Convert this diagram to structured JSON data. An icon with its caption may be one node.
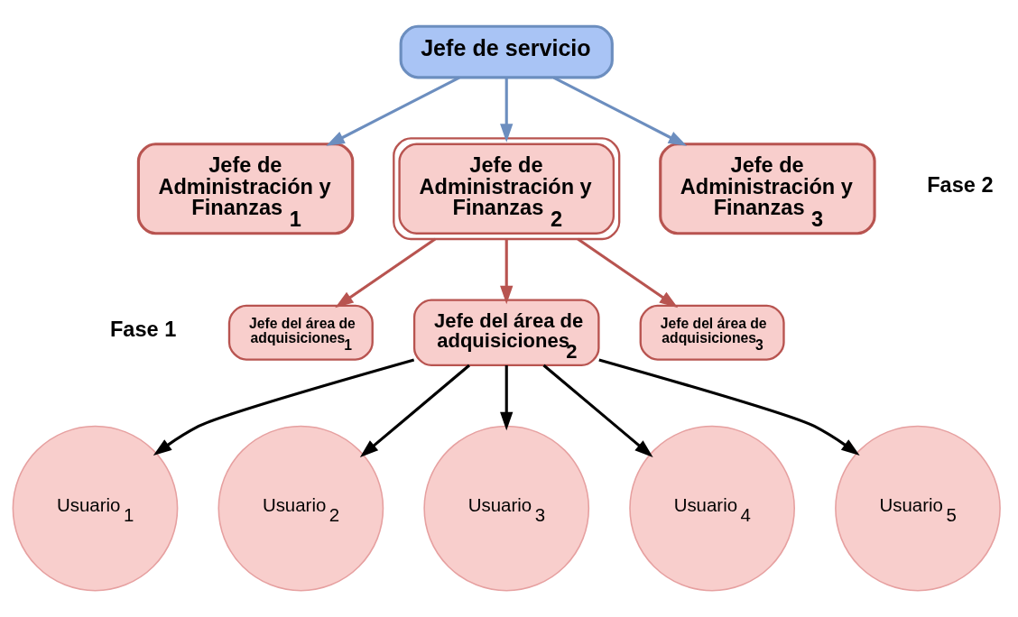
{
  "diagram": {
    "nodes": [
      {
        "text": [
          "Jefe de servicio"
        ]
      },
      {
        "text": [
          "Jefe de Administración y Finanzas $_{1}$"
        ]
      },
      {
        "text": [
          "Jefe de Administración y Finanzas $_{2}$"
        ]
      },
      {
        "text": [
          "Jefe de Administración y Finanzas $_{3}$"
        ]
      },
      {
        "text": [
          "Jefe del área de adquisiciones$_{1}$"
        ]
      },
      {
        "text": [
          "Jefe del área de adquisiciones$_{2}$"
        ]
      },
      {
        "text": [
          "Jefe del área de adquisiciones$_{3}$"
        ]
      },
      {
        "text": [
          "Usuario$_{1}$"
        ]
      },
      {
        "text": [
          "Usuario$_{2}$"
        ]
      },
      {
        "text": [
          "Usuario$_{3}$"
        ]
      },
      {
        "text": [
          "Usuario$_{4}$"
        ]
      },
      {
        "text": [
          "Usuario$_{5}$"
        ]
      }
    ],
    "edges": [
      {
        "from": 0,
        "to": 1,
        "arrow": "to",
        "color": "#6c8ebf"
      },
      {
        "from": 0,
        "to": 2,
        "arrow": "to",
        "color": "#6c8ebf"
      },
      {
        "from": 0,
        "to": 3,
        "arrow": "to",
        "color": "#6c8ebf"
      },
      {
        "from": 2,
        "to": 4,
        "arrow": "to",
        "color": "#b85450"
      },
      {
        "from": 2,
        "to": 5,
        "arrow": "to",
        "color": "#b85450"
      },
      {
        "from": 2,
        "to": 6,
        "arrow": "to",
        "color": "#b85450"
      },
      {
        "from": 5,
        "to": 7,
        "arrow": "to"
      },
      {
        "from": 5,
        "to": 8,
        "arrow": "to"
      },
      {
        "from": 5,
        "to": 9,
        "arrow": "to"
      },
      {
        "from": 5,
        "to": 10,
        "arrow": "to"
      },
      {
        "from": 5,
        "to": 11,
        "arrow": "to"
      }
    ],
    "labels": [
      "Fase 2",
      "Fase 1"
    ]
  }
}
